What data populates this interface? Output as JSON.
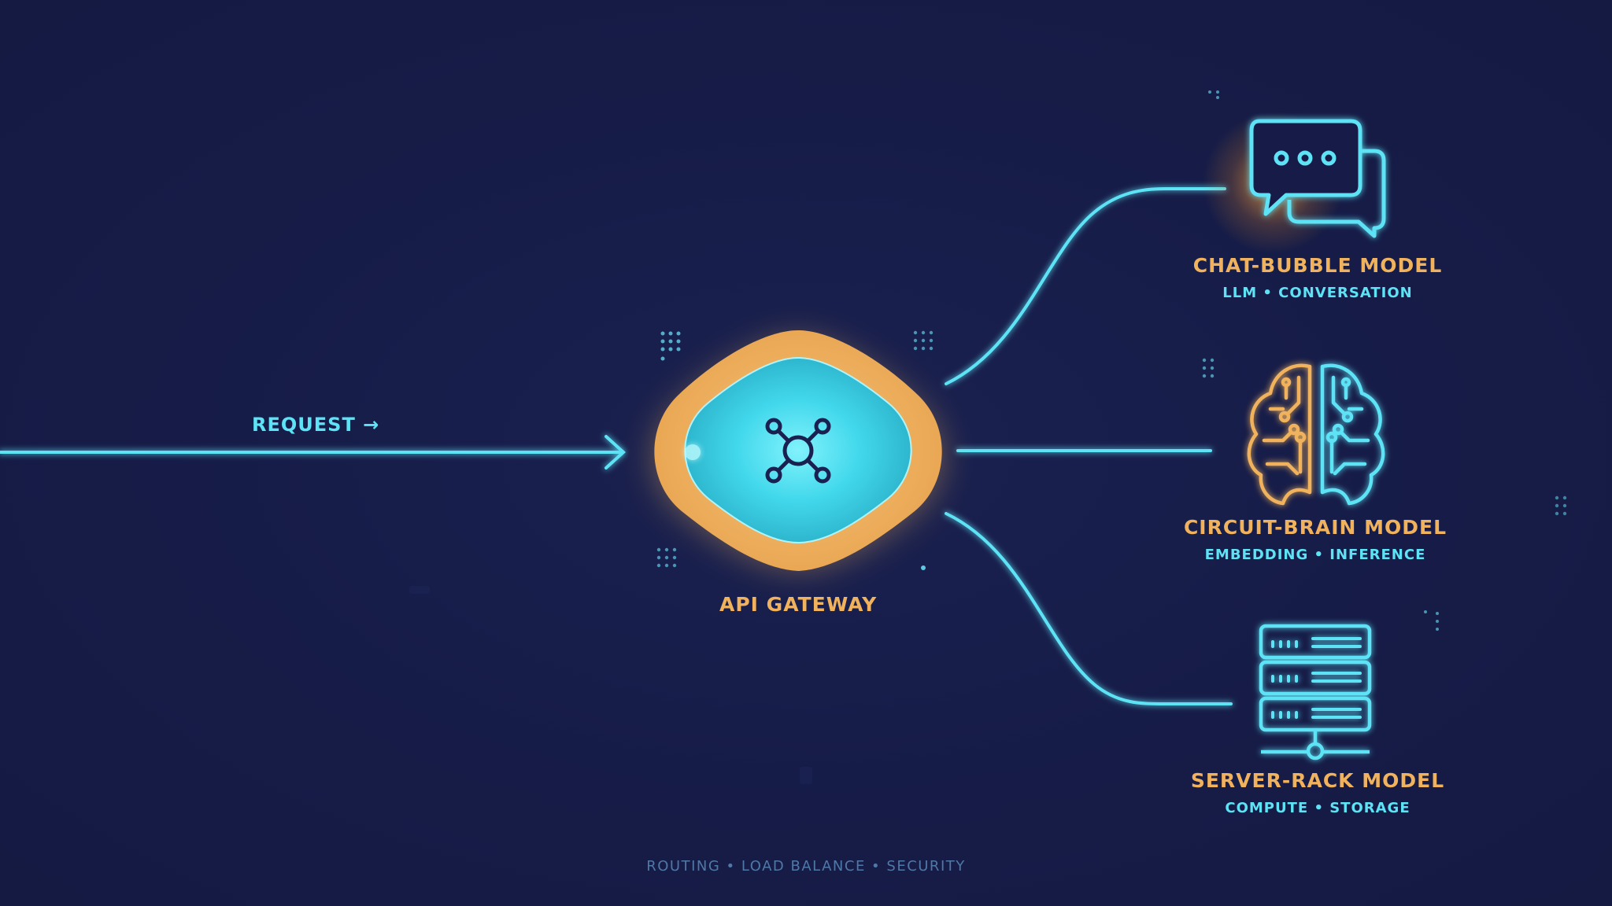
{
  "request": {
    "label": "REQUEST →"
  },
  "gateway": {
    "label": "API GATEWAY",
    "icon": "network-hub-icon"
  },
  "models": [
    {
      "title": "CHAT-BUBBLE MODEL",
      "subtitle": "LLM • CONVERSATION",
      "icon": "chat-bubble-icon"
    },
    {
      "title": "CIRCUIT-BRAIN MODEL",
      "subtitle": "EMBEDDING • INFERENCE",
      "icon": "circuit-brain-icon"
    },
    {
      "title": "SERVER-RACK MODEL",
      "subtitle": "COMPUTE • STORAGE",
      "icon": "server-rack-icon"
    }
  ],
  "footer": {
    "text": "ROUTING • LOAD BALANCE • SECURITY"
  },
  "colors": {
    "background": "#161c47",
    "cyan": "#5de3f5",
    "amber": "#f0b25c",
    "footer": "#4f78a8"
  }
}
